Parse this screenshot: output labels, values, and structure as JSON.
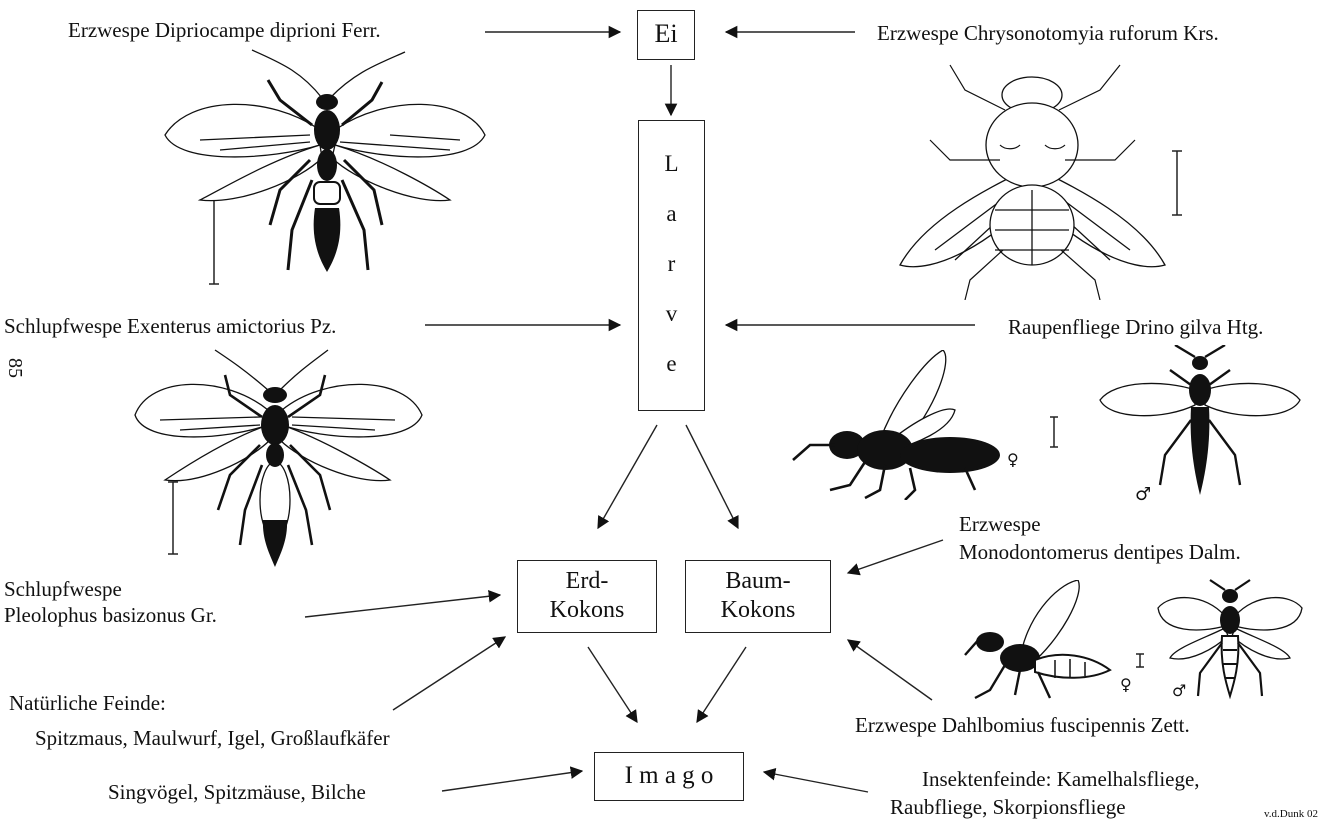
{
  "stages": {
    "egg": "Ei",
    "larva_letters": [
      "L",
      "a",
      "r",
      "v",
      "e"
    ],
    "earth_cocoons": [
      "Erd-",
      "Kokons"
    ],
    "tree_cocoons": [
      "Baum-",
      "Kokons"
    ],
    "imago": "I m a g o"
  },
  "enemies": {
    "dipriocampe": "Erzwespe Dipriocampe diprioni Ferr.",
    "chrysonotomyia": "Erzwespe Chrysonotomyia ruforum Krs.",
    "exenterus": "Schlupfwespe Exenterus amictorius Pz.",
    "drino": "Raupenfliege Drino gilva Htg.",
    "pleolophus_1": "Schlupfwespe",
    "pleolophus_2": "Pleolophus basizonus Gr.",
    "monodontomerus_1": "Erzwespe",
    "monodontomerus_2": "Monodontomerus dentipes Dalm.",
    "dahlbomius": "Erzwespe Dahlbomius fuscipennis Zett.",
    "natural_1": "Natürliche Feinde:",
    "natural_2": "Spitzmaus, Maulwurf, Igel, Großlaufkäfer",
    "birds": "Singvögel, Spitzmäuse, Bilche",
    "insect_1": "Insektenfeinde: Kamelhalsfliege,",
    "insect_2": "Raubfliege, Skorpionsfliege"
  },
  "symbols": {
    "female": "♀",
    "male": "♂"
  },
  "page_number": "85",
  "signature": "v.d.Dunk 02"
}
